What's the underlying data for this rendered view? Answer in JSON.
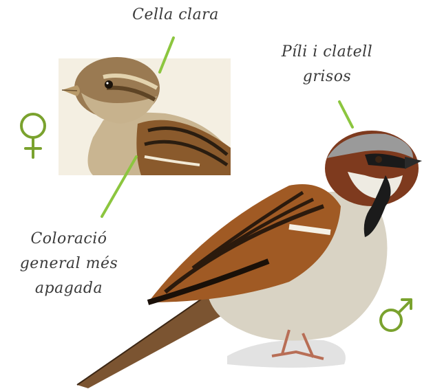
{
  "labels": {
    "light_eyebrow": "Cella clara",
    "crown_nape_line1": "Píli i clatell",
    "crown_nape_line2": "grisos",
    "overall_color_line1": "Coloració",
    "overall_color_line2": "general més",
    "overall_color_line3": "apagada"
  },
  "symbols": {
    "female": "female-symbol-icon",
    "male": "male-symbol-icon"
  },
  "colors": {
    "symbol_green": "#7aa22e",
    "pointer_green": "#8cc63f",
    "label_text": "#3a3a3a"
  }
}
